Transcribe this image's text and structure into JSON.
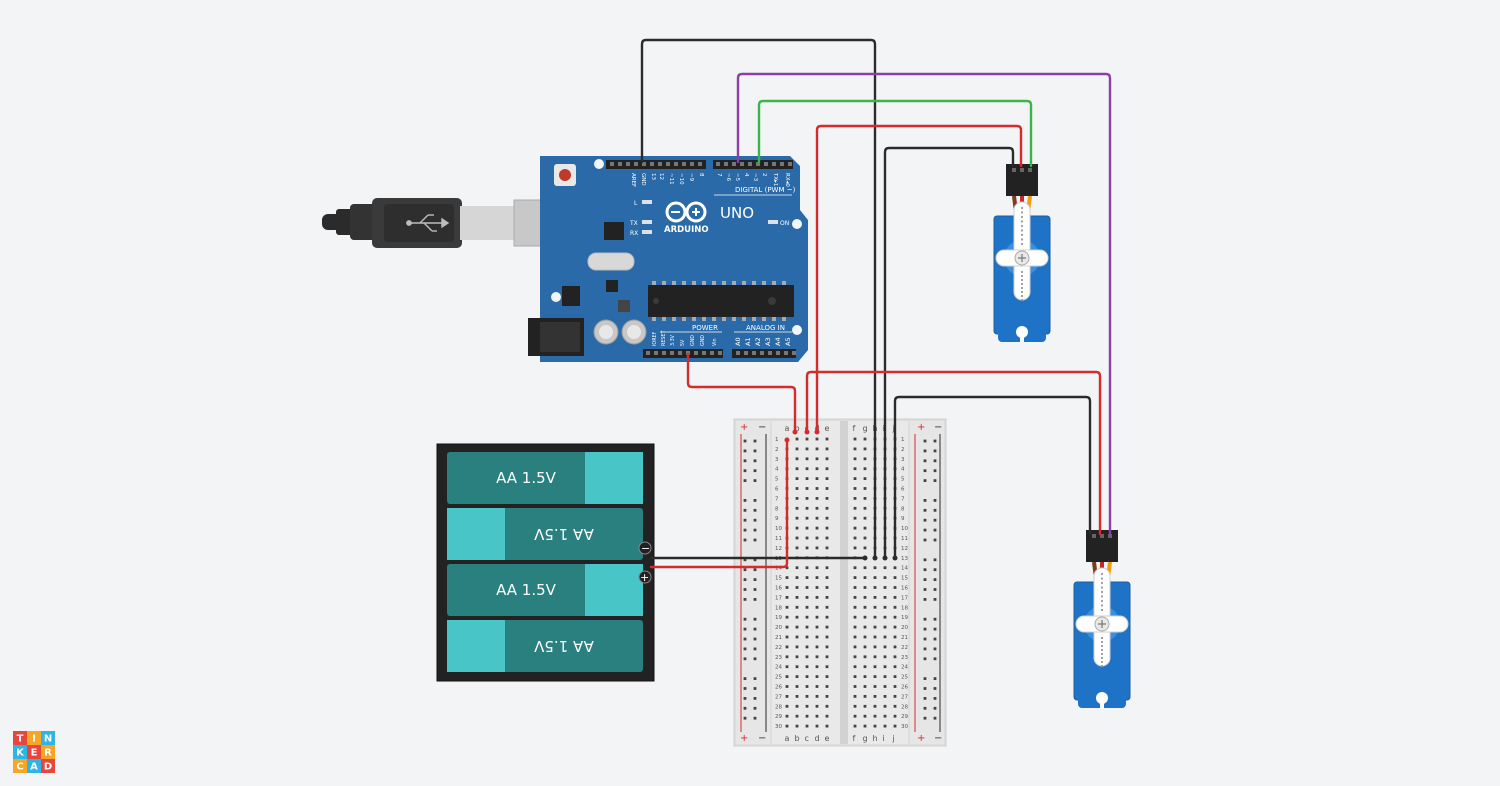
{
  "arduino": {
    "brand": "ARDUINO",
    "model": "UNO",
    "digital_label": "DIGITAL (PWM ~)",
    "on_label": "ON",
    "power_label": "POWER",
    "analog_label": "ANALOG IN",
    "led_l": "L",
    "led_tx": "TX",
    "led_rx": "RX",
    "pins_top": [
      "AREF",
      "GND",
      "13",
      "12",
      "~11",
      "~10",
      "~9",
      "8",
      "7",
      "~6",
      "~5",
      "4",
      "~3",
      "2",
      "TX▸1",
      "RX◂0"
    ],
    "pins_power": [
      "IOREF",
      "RESET",
      "3.3V",
      "5V",
      "GND",
      "GND",
      "Vin"
    ],
    "pins_analog": [
      "A0",
      "A1",
      "A2",
      "A3",
      "A4",
      "A5"
    ]
  },
  "battery": {
    "cells": [
      {
        "label": "AA 1.5V",
        "flipped": false
      },
      {
        "label": "AA 1.5V",
        "flipped": true
      },
      {
        "label": "AA 1.5V",
        "flipped": false
      },
      {
        "label": "AA 1.5V",
        "flipped": true
      }
    ],
    "minus_symbol": "−",
    "plus_symbol": "+"
  },
  "breadboard": {
    "plus_symbol": "+",
    "minus_symbol": "−",
    "cols_left": [
      "a",
      "b",
      "c",
      "d",
      "e"
    ],
    "cols_right": [
      "f",
      "g",
      "h",
      "i",
      "j"
    ],
    "rows": 30
  },
  "logo": {
    "cells": [
      "T",
      "I",
      "N",
      "K",
      "E",
      "R",
      "C",
      "A",
      "D"
    ],
    "colors": [
      "#e8453c",
      "#f6a623",
      "#2fb4e6",
      "#2fb4e6",
      "#e8453c",
      "#f6a623",
      "#f6a623",
      "#2fb4e6",
      "#e8453c"
    ]
  },
  "colors": {
    "arduino_blue": "#2a6aa8",
    "wire_red": "#d72a2a",
    "wire_black": "#2b2b2b",
    "wire_green": "#3ab54a",
    "wire_purple": "#8a3ea6",
    "battery_teal": "#2a7f7f",
    "battery_cap": "#47c5c7",
    "servo_blue": "#1f73c6"
  }
}
